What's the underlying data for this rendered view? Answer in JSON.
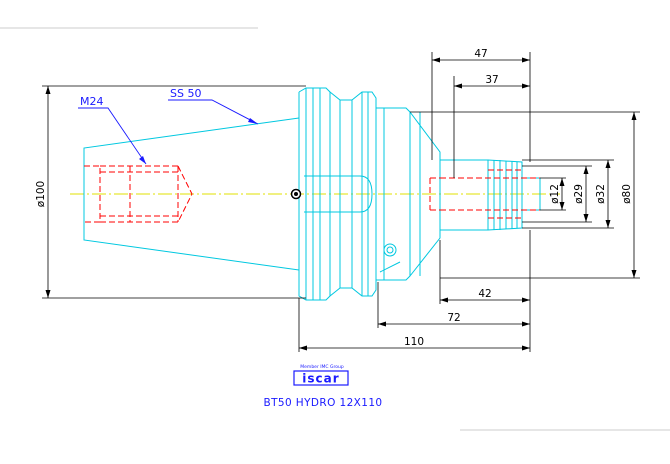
{
  "labels": {
    "thread": "M24",
    "taper": "SS 50",
    "caption": "BT50 HYDRO 12X110",
    "logo_small": "Member IMC Group",
    "logo": "iscar"
  },
  "dimensions": {
    "d100": "ø100",
    "d80": "ø80",
    "d32": "ø32",
    "d29": "ø29",
    "d12": "ø12",
    "l47": "47",
    "l37": "37",
    "l42": "42",
    "l72": "72",
    "l110": "110"
  },
  "colors": {
    "outline": "#00c8e0",
    "hidden": "#ff0000",
    "center": "#e0e000",
    "dimension": "#000000",
    "leader": "#1a1aff"
  }
}
